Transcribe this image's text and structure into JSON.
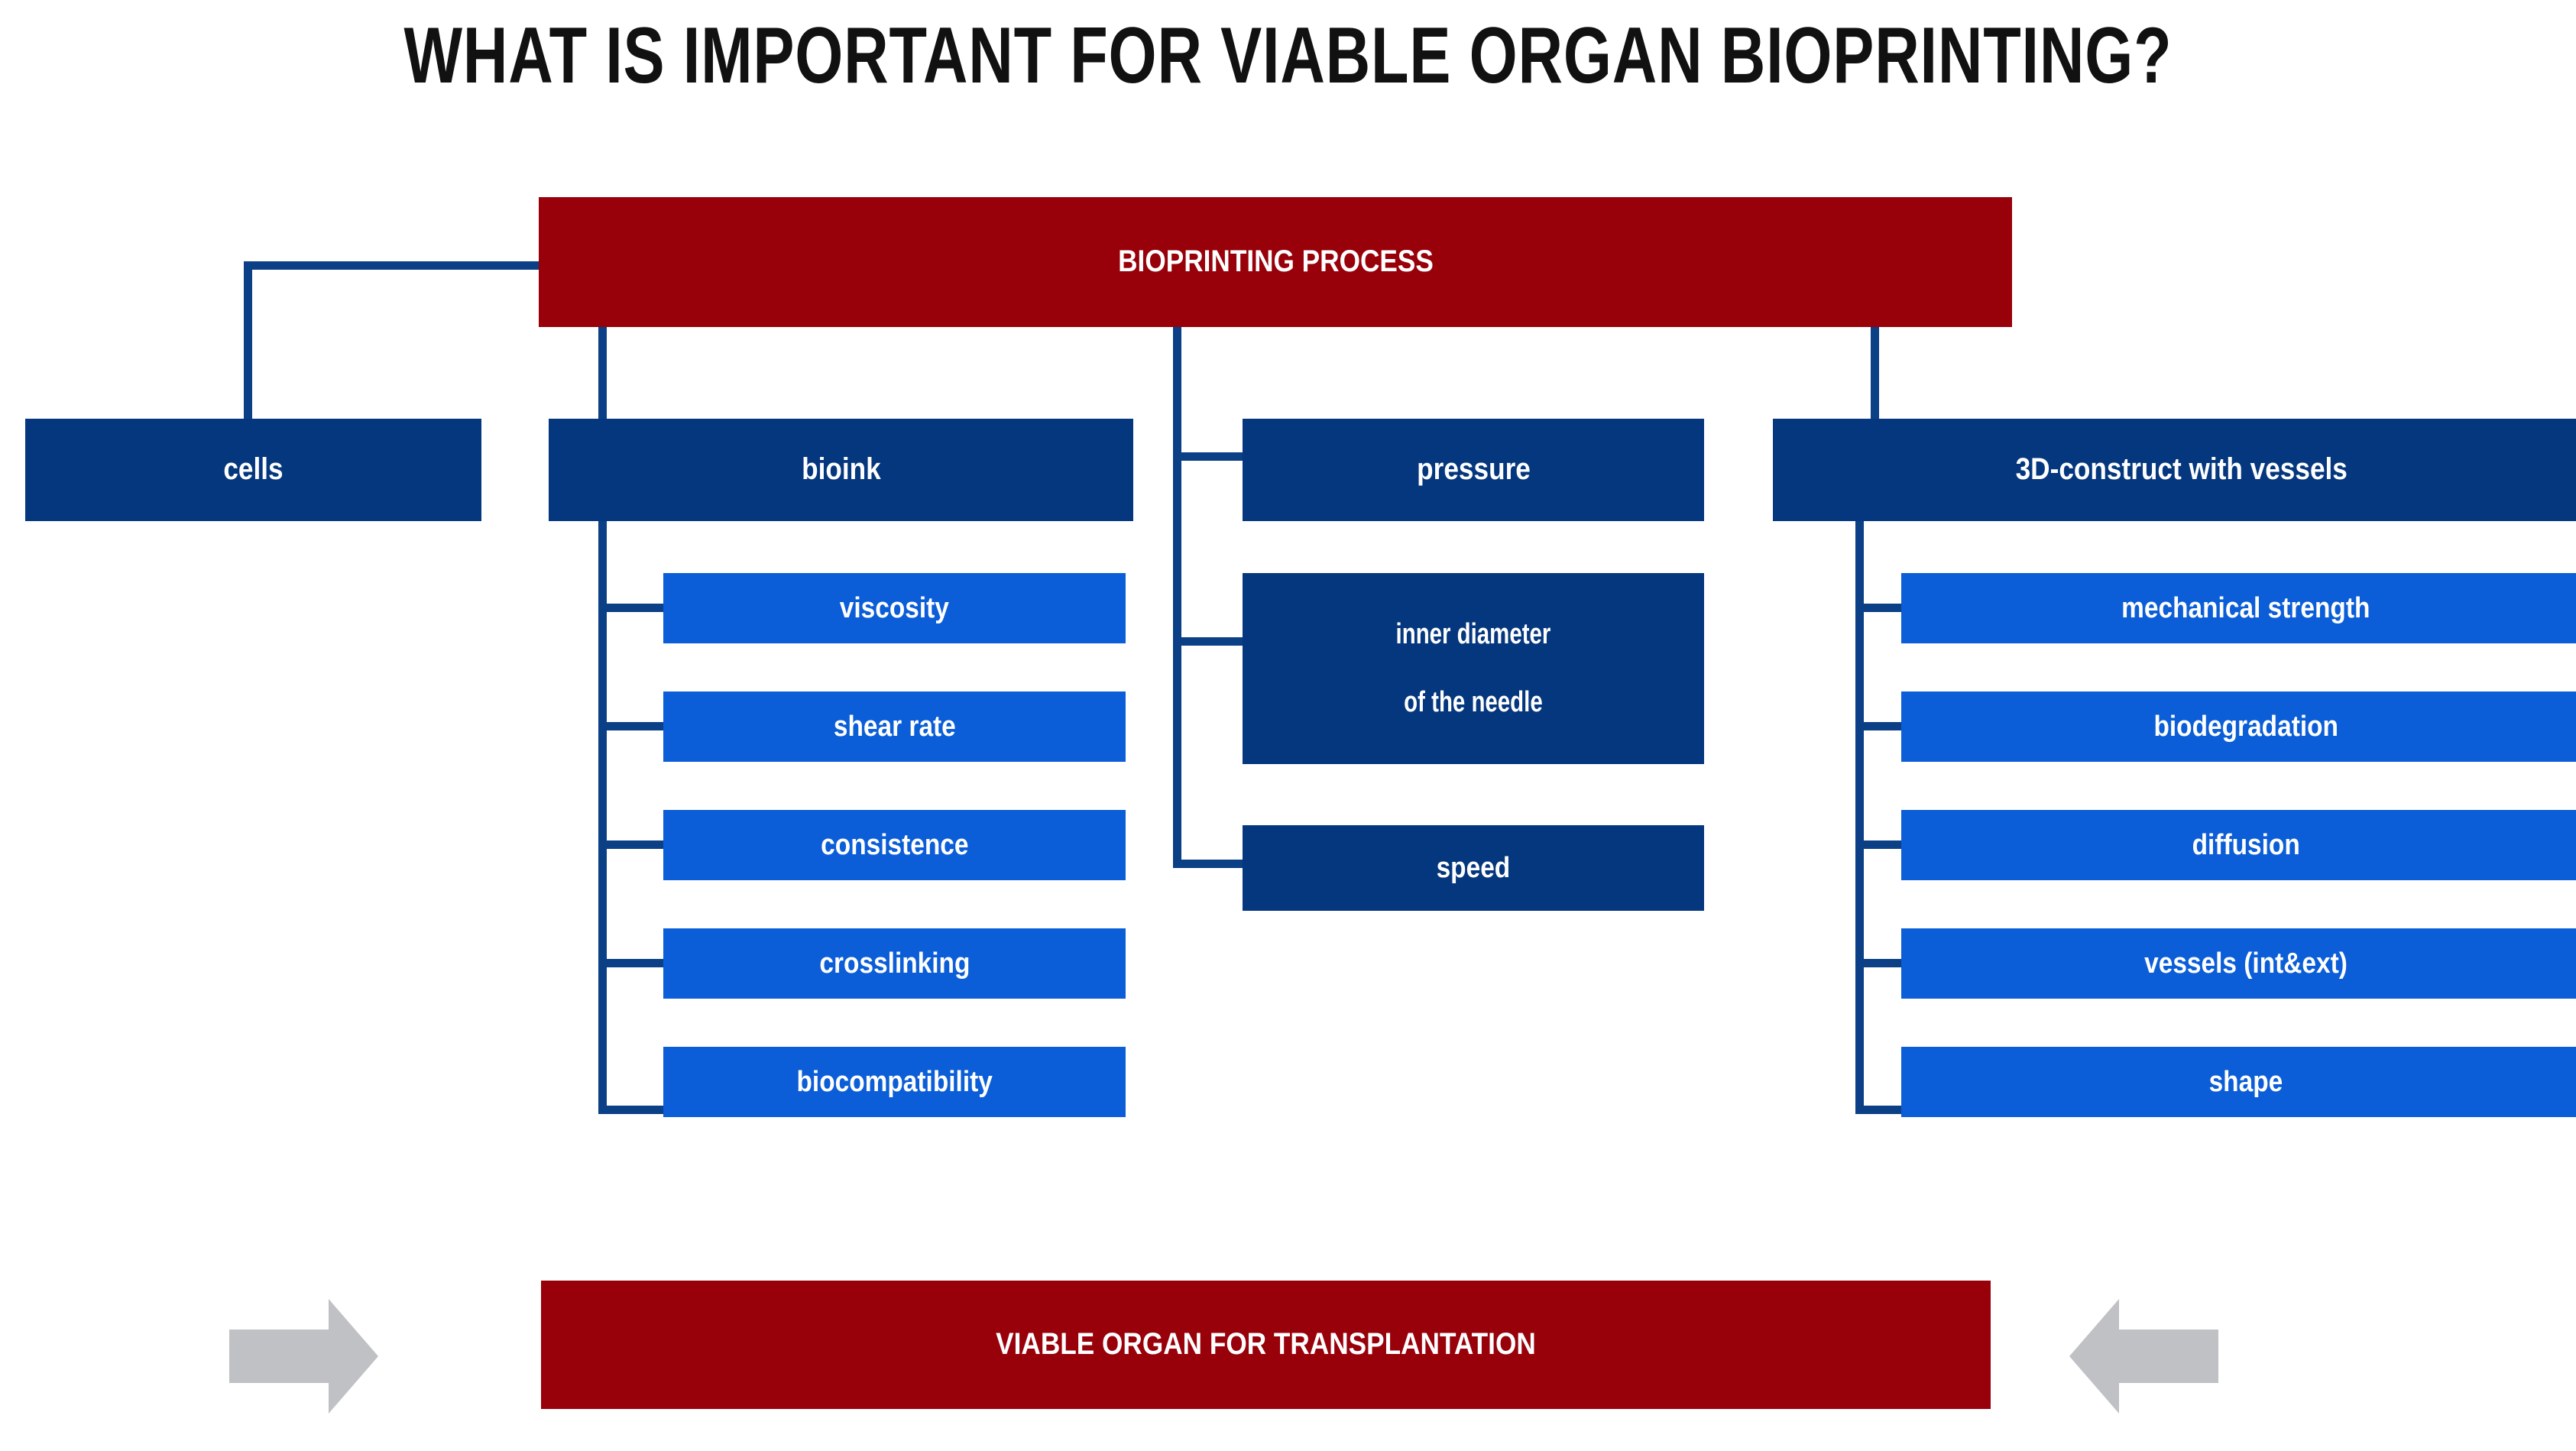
{
  "page": {
    "title": "WHAT IS IMPORTANT FOR VIABLE ORGAN BIOPRINTING?",
    "background": "#FFFFFF"
  },
  "colors": {
    "red": "#98000A",
    "navy": "#05377E",
    "blue": "#0B5ED7",
    "connector": "#0B3F86",
    "arrow_grey": "#BFC1C4",
    "title_text": "#111111",
    "box_text": "#FFFFFF"
  },
  "diagram": {
    "type": "tree",
    "root": {
      "label": "BIOPRINTING PROCESS",
      "color": "red"
    },
    "branches": [
      {
        "label": "cells",
        "color": "navy",
        "children": []
      },
      {
        "label": "bioink",
        "color": "navy",
        "children": [
          {
            "label": "viscosity",
            "color": "blue"
          },
          {
            "label": "shear rate",
            "color": "blue"
          },
          {
            "label": "consistence",
            "color": "blue"
          },
          {
            "label": "crosslinking",
            "color": "blue"
          },
          {
            "label": "biocompatibility",
            "color": "blue"
          }
        ]
      },
      {
        "label": "pressure",
        "color": "navy",
        "siblings": [
          {
            "label": "inner diameter\nof the needle",
            "line1": "inner diameter",
            "line2": "of the needle",
            "color": "navy"
          },
          {
            "label": "speed",
            "color": "navy"
          }
        ]
      },
      {
        "label": "3D-construct with vessels",
        "color": "navy",
        "children": [
          {
            "label": "mechanical strength",
            "color": "blue"
          },
          {
            "label": "biodegradation",
            "color": "blue"
          },
          {
            "label": "diffusion",
            "color": "blue"
          },
          {
            "label": "vessels (int&ext)",
            "color": "blue"
          },
          {
            "label": "shape",
            "color": "blue"
          }
        ]
      }
    ],
    "footer": {
      "label": "VIABLE ORGAN FOR TRANSPLANTATION",
      "color": "red",
      "left_arrow": "arrow-right-icon",
      "right_arrow": "arrow-left-icon"
    }
  }
}
